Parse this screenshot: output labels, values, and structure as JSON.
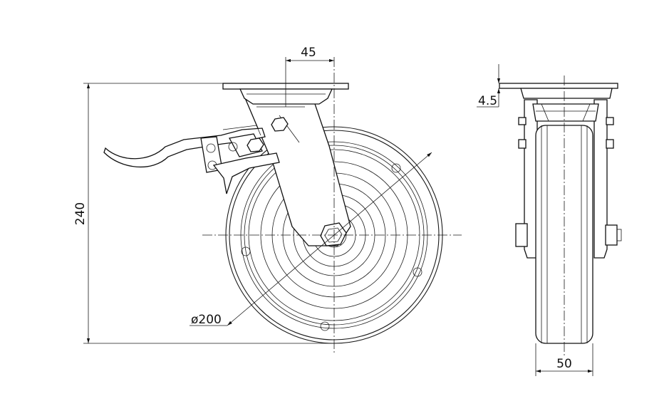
{
  "drawing": {
    "dimensions": {
      "offset_top": "45",
      "height_total": "240",
      "wheel_diameter": "ø200",
      "plate_thickness": "4.5",
      "wheel_width": "50"
    }
  }
}
